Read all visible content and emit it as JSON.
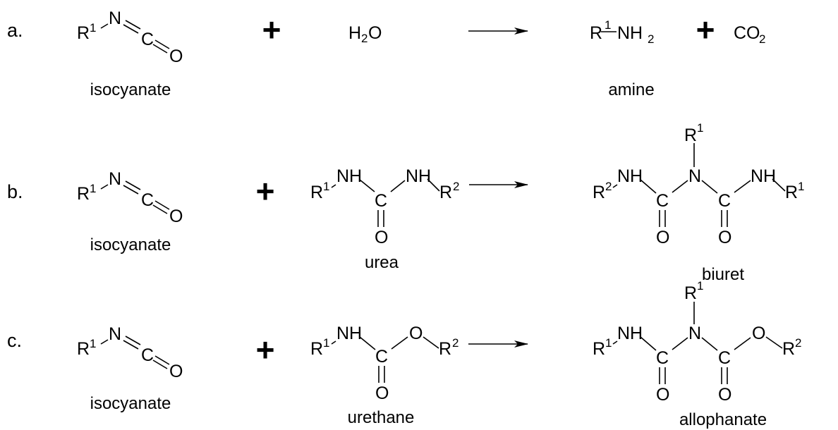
{
  "rows": [
    {
      "label": "a.",
      "reactants": [
        {
          "structure": "R1-N=C=O",
          "name": "isocyanate"
        },
        {
          "structure": "H2O",
          "name": ""
        }
      ],
      "products": [
        {
          "structure": "R1-NH2",
          "name": "amine"
        },
        {
          "structure": "CO2",
          "name": ""
        }
      ]
    },
    {
      "label": "b.",
      "reactants": [
        {
          "structure": "R1-N=C=O",
          "name": "isocyanate"
        },
        {
          "structure": "R1-NH-C(=O)-NH-R2",
          "name": "urea"
        }
      ],
      "products": [
        {
          "structure": "R2-NH-C(=O)-N(R1)-C(=O)-NH-R1",
          "name": "biuret"
        }
      ]
    },
    {
      "label": "c.",
      "reactants": [
        {
          "structure": "R1-N=C=O",
          "name": "isocyanate"
        },
        {
          "structure": "R1-NH-C(=O)-O-R2",
          "name": "urethane"
        }
      ],
      "products": [
        {
          "structure": "R1-NH-C(=O)-N(R1)-C(=O)-O-R2",
          "name": "allophanate"
        }
      ]
    }
  ],
  "operators": {
    "plus": "+"
  },
  "atoms": {
    "R": "R",
    "N": "N",
    "NH": "NH",
    "C": "C",
    "O": "O",
    "H": "H",
    "CO": "CO"
  },
  "numbers": {
    "one": "1",
    "two": "2"
  }
}
